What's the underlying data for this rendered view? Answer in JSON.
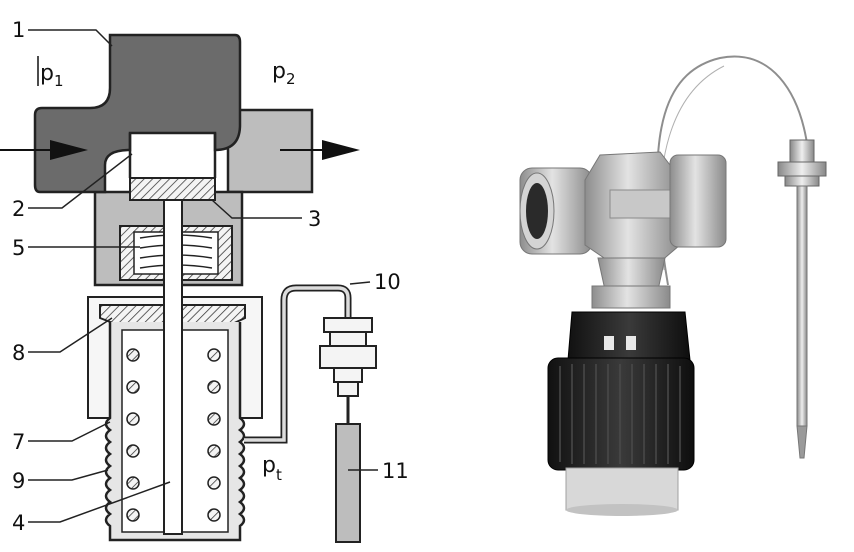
{
  "diagram": {
    "callouts": [
      {
        "id": "1",
        "text": "1"
      },
      {
        "id": "2",
        "text": "2"
      },
      {
        "id": "3",
        "text": "3"
      },
      {
        "id": "4",
        "text": "4"
      },
      {
        "id": "5",
        "text": "5"
      },
      {
        "id": "7",
        "text": "7"
      },
      {
        "id": "8",
        "text": "8"
      },
      {
        "id": "9",
        "text": "9"
      },
      {
        "id": "10",
        "text": "10"
      },
      {
        "id": "11",
        "text": "11"
      }
    ],
    "pressures": {
      "p1": {
        "base": "p",
        "sub": "1"
      },
      "p2": {
        "base": "p",
        "sub": "2"
      },
      "pt": {
        "base": "p",
        "sub": "t"
      }
    }
  },
  "colors": {
    "body_dark": "#6b6b6b",
    "body_light": "#bdbdbd",
    "actuator": "#e8e8e8",
    "outline": "#222222",
    "photo_black": "#1a1a1a",
    "photo_metal": "#b9b9b9"
  }
}
